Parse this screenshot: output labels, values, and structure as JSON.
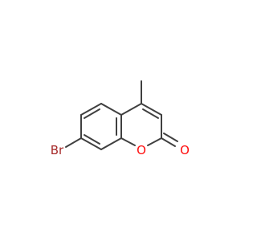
{
  "molecule": {
    "atoms": [
      {
        "id": "br",
        "label": "Br",
        "color": "#a62929"
      },
      {
        "id": "o_ring",
        "label": "O",
        "color": "#ff0d0d"
      },
      {
        "id": "o_carbonyl",
        "label": "O",
        "color": "#ff0d0d"
      }
    ],
    "bond_color": "#404040"
  }
}
